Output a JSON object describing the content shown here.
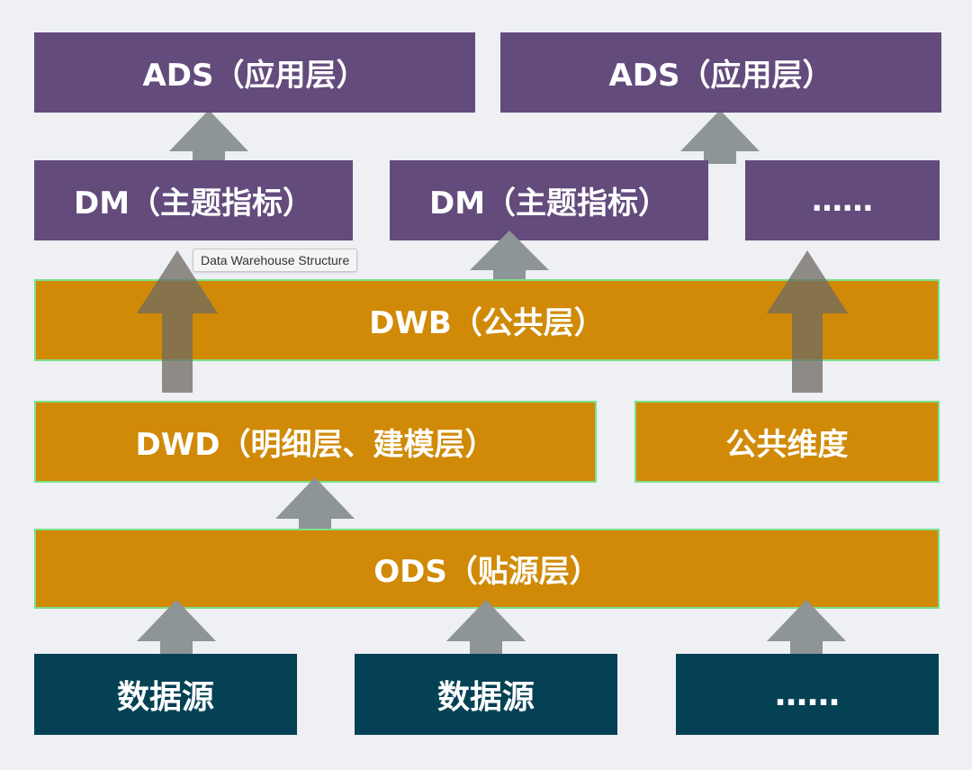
{
  "diagram": {
    "ads_left": "ADS（应用层）",
    "ads_right": "ADS（应用层）",
    "dm_left": "DM（主题指标）",
    "dm_middle": "DM（主题指标）",
    "dm_more": "……",
    "dwb": "DWB（公共层）",
    "dwd": "DWD（明细层、建模层）",
    "common_dim": "公共维度",
    "ods": "ODS（贴源层）",
    "source_1": "数据源",
    "source_2": "数据源",
    "source_more": "……"
  },
  "tooltip": "Data Warehouse Structure",
  "colors": {
    "purple": "#634b7c",
    "orange": "#d08a07",
    "orange_border": "#7be08a",
    "navy": "#044154",
    "arrow_gray": "#8e9597",
    "arrow_brown": "#6b4f1e",
    "background": "#eef0f3"
  }
}
